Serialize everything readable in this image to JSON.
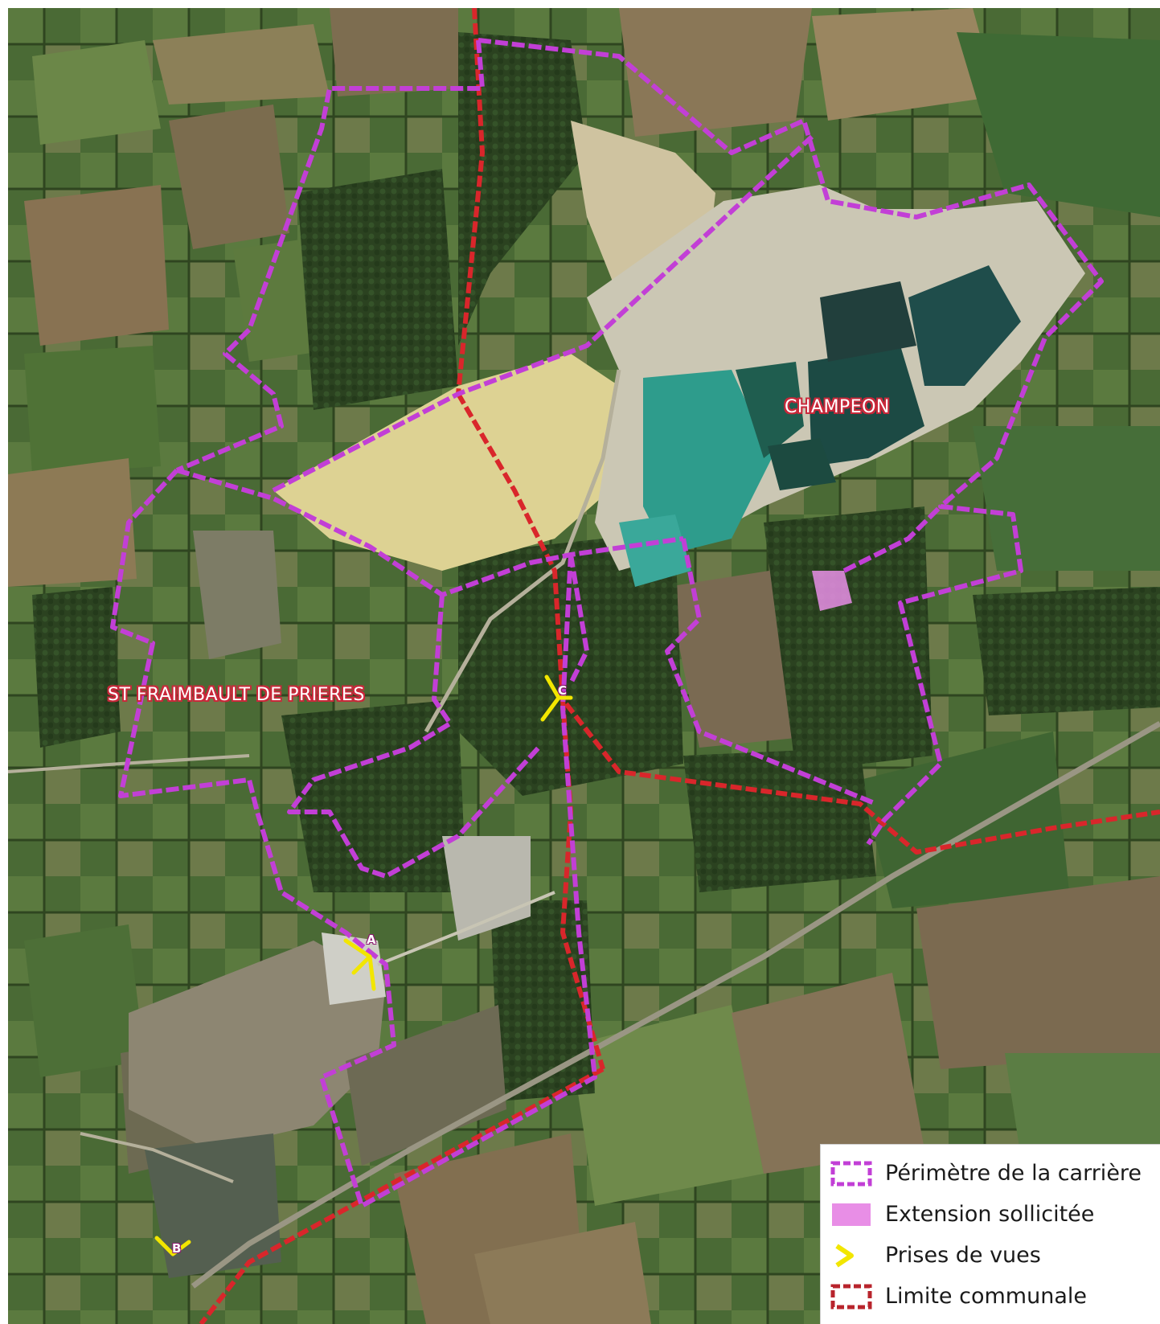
{
  "map": {
    "places": {
      "st_fraimbault": "ST FRAIMBAULT DE PRIERES",
      "champeon": "CHAMPEON"
    },
    "viewpoints": [
      {
        "id": "A",
        "label": "A"
      },
      {
        "id": "B",
        "label": "B"
      },
      {
        "id": "C",
        "label": "C"
      }
    ]
  },
  "legend": {
    "items": [
      {
        "key": "perimeter",
        "label": "Périmètre de la carrière",
        "color": "#c23fd6",
        "icon": "dashed-purple-outline"
      },
      {
        "key": "extension",
        "label": "Extension sollicitée",
        "color": "#e88ee6",
        "icon": "pink-fill"
      },
      {
        "key": "views",
        "label": "Prises de vues",
        "color": "#f2e600",
        "icon": "yellow-chevron"
      },
      {
        "key": "communal",
        "label": "Limite communale",
        "color": "#b8242c",
        "icon": "dashed-red-outline"
      }
    ]
  },
  "colors": {
    "perimeter": "#c23fd6",
    "extension": "#e88ee6",
    "views": "#f2e600",
    "communal": "#d9262b"
  }
}
